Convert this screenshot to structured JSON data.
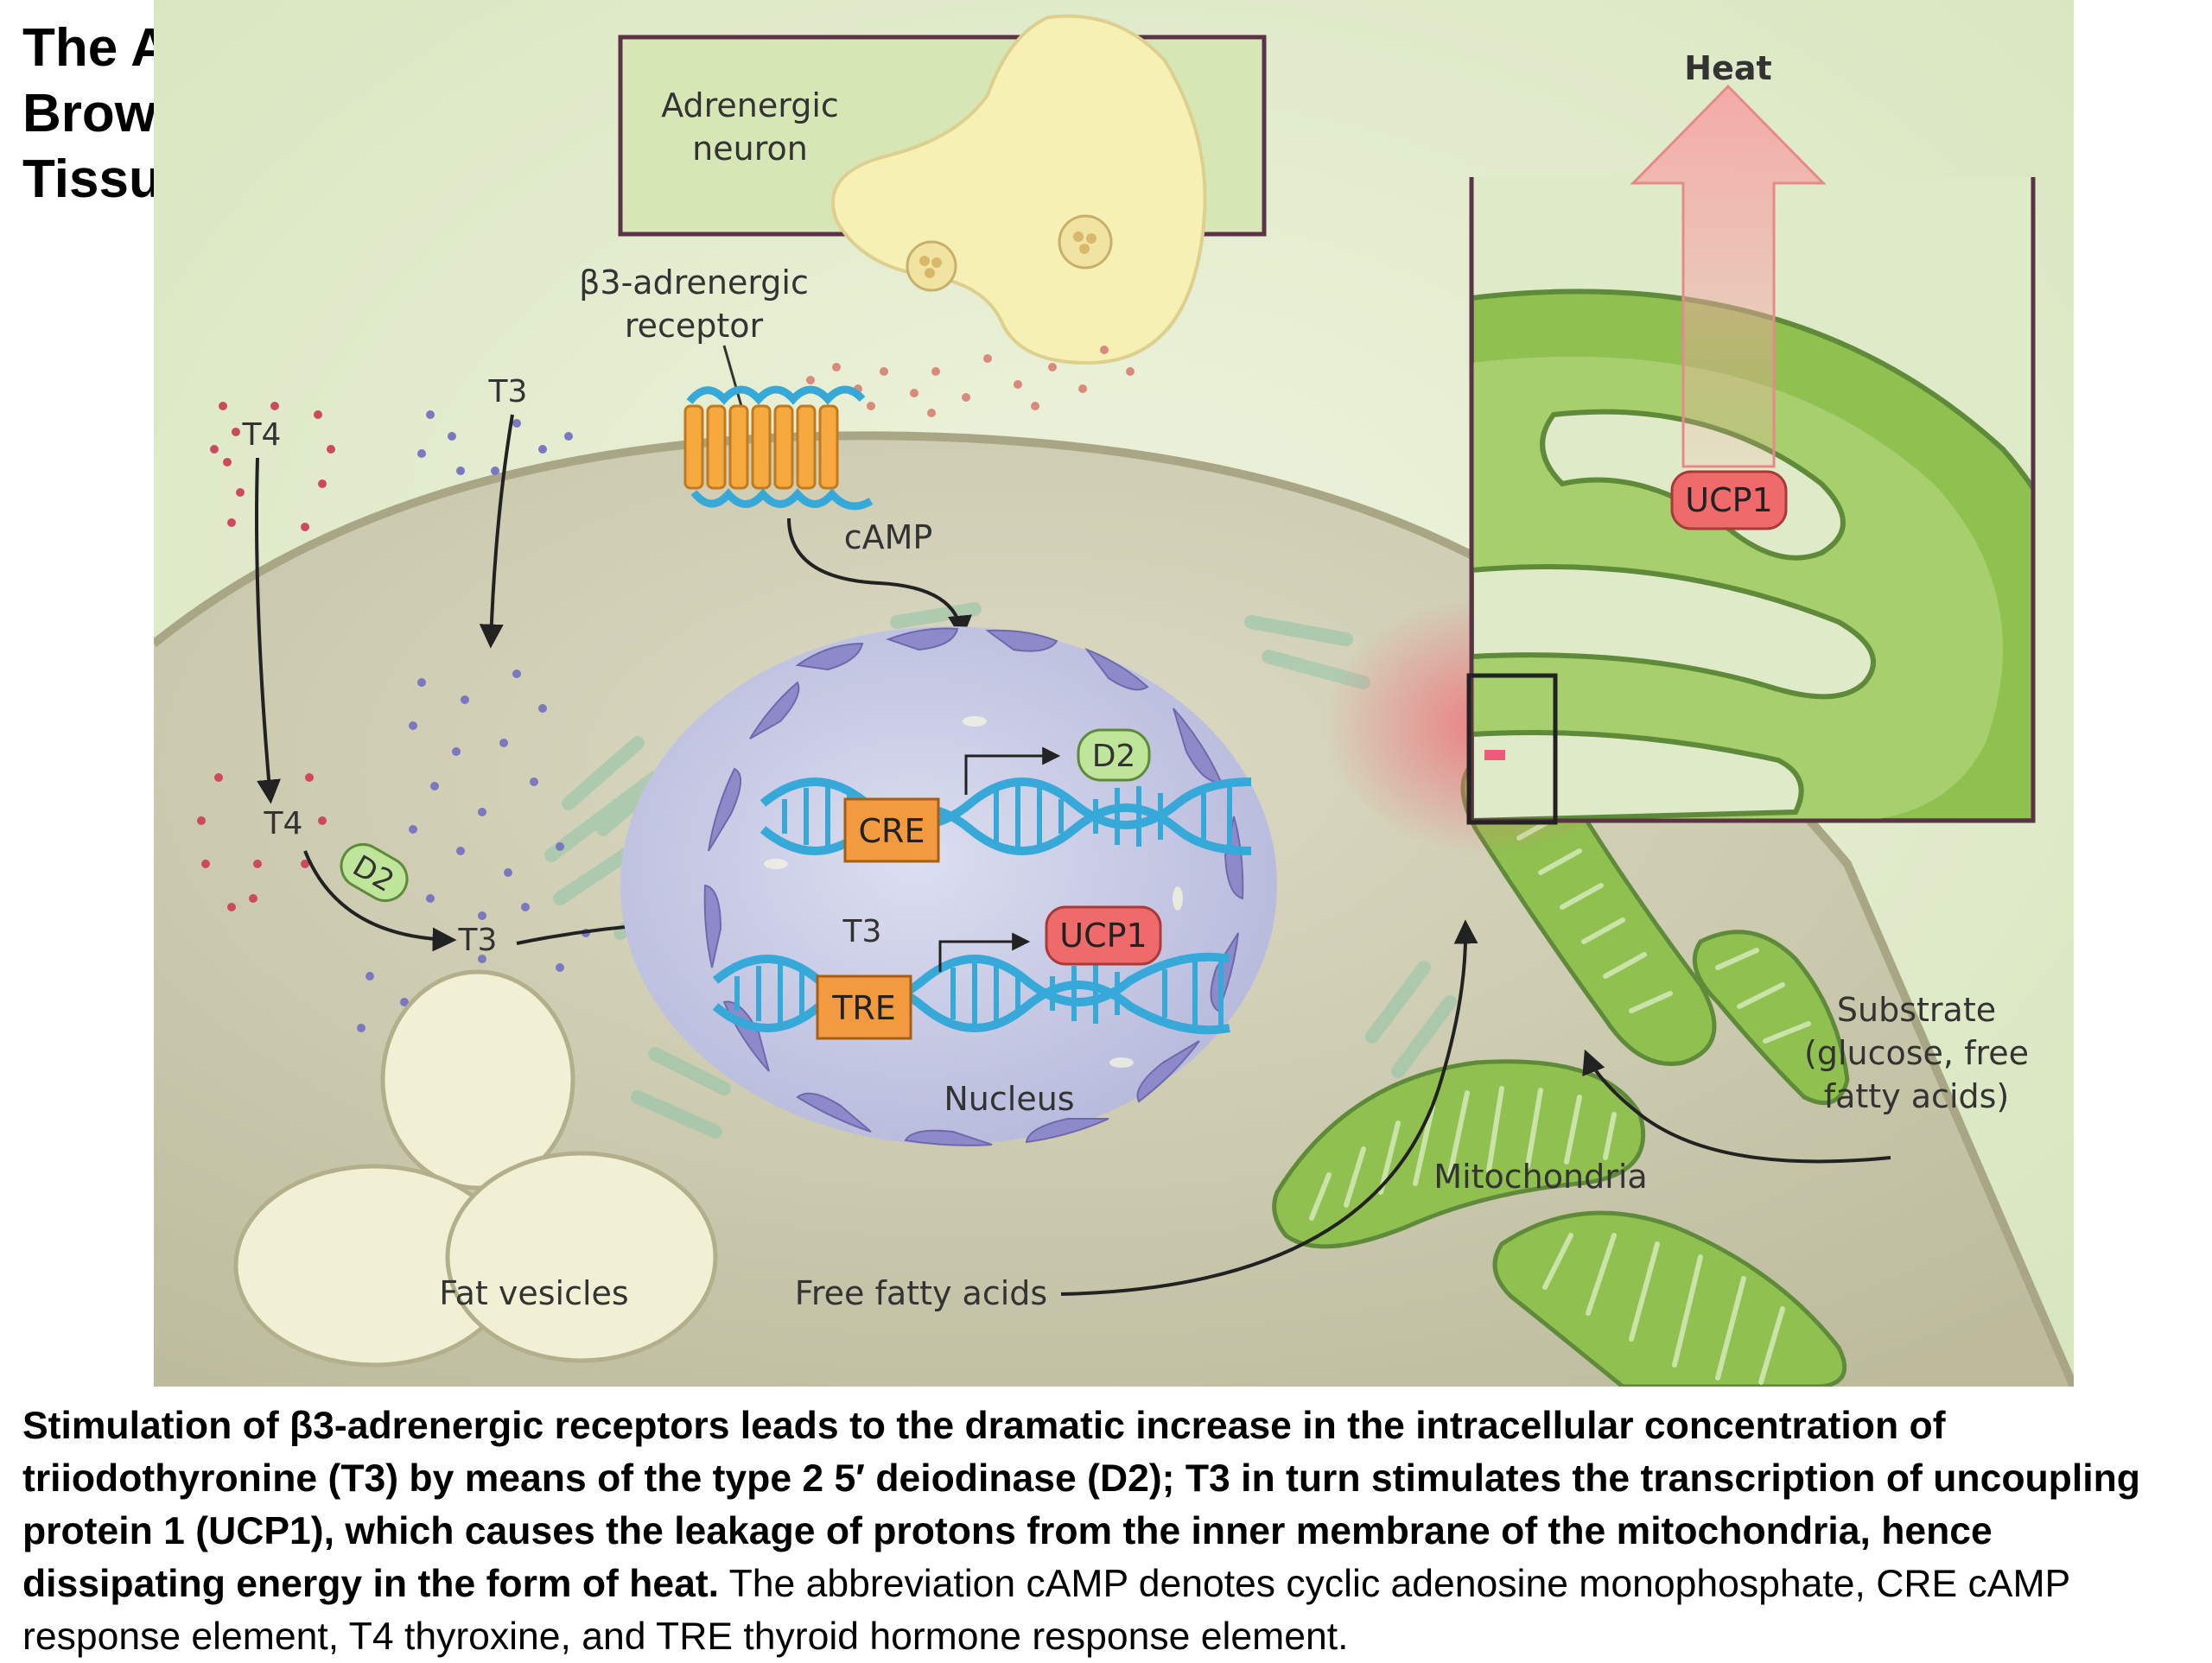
{
  "title": "The Activation of Brown Adipose Tissue.",
  "diagram": {
    "labels": {
      "neuron_line1": "Adrenergic",
      "neuron_line2": "neuron",
      "receptor_line1": "β3-adrenergic",
      "receptor_line2": "receptor",
      "camp": "cAMP",
      "t4_top": "T4",
      "t4_mid": "T4",
      "t3_top": "T3",
      "t3_mid": "T3",
      "t3_nuc": "T3",
      "d2_cytoplasm": "D2",
      "d2_product": "D2",
      "cre": "CRE",
      "tre": "TRE",
      "ucp1_product": "UCP1",
      "ucp1_mito": "UCP1",
      "nucleus": "Nucleus",
      "heat": "Heat",
      "fat_vesicles": "Fat vesicles",
      "free_fatty_acids": "Free fatty acids",
      "mitochondria": "Mitochondria",
      "substrate_line1": "Substrate",
      "substrate_line2": "(glucose, free",
      "substrate_line3": "fatty acids)"
    },
    "colors": {
      "background_green": "#dfeac8",
      "cell_body": "#c9c7ab",
      "nucleus": "#c7c9e3",
      "nuclear_envelope": "#8e8ac9",
      "dna": "#36a9d9",
      "element_box": "#f19a3f",
      "d2_badge": "#bfe59a",
      "ucp1_badge": "#ef6b6b",
      "mitochondria": "#8fc050",
      "neuron": "#f7f0b5",
      "heat_arrow": "#f5a7a7",
      "t4_dots": "#cc4a5e",
      "t3_dots": "#7a78c0"
    }
  },
  "caption": {
    "bold": "Stimulation of β3-adrenergic receptors leads to the dramatic increase in the intracellular concentration of triiodothyronine (T3) by means of the type 2 5′ deiodinase (D2); T3 in turn stimulates the transcription of uncoupling protein 1 (UCP1), which causes the leakage of protons from the inner membrane of the mitochondria, hence dissipating energy in the form of heat.",
    "normal": " The abbreviation cAMP denotes cyclic adenosine monophosphate, CRE cAMP response element, T4 thyroxine, and TRE thyroid hormone response element."
  }
}
